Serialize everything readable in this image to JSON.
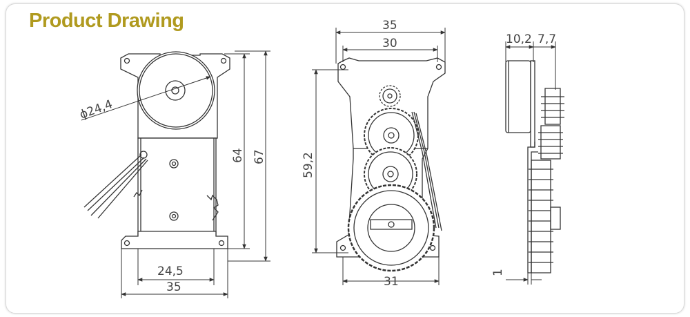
{
  "title": "Product Drawing",
  "colors": {
    "title": "#b09a1f",
    "line": "#333333",
    "gear_fill": "#ffffff"
  },
  "front_view": {
    "dim_diameter": "ϕ24,4",
    "dim_bottom_inner": "24,5",
    "dim_bottom_outer": "35",
    "dim_height_inner": "64",
    "dim_height_outer": "67"
  },
  "gear_view": {
    "dim_top_outer": "35",
    "dim_top_inner": "30",
    "dim_height": "59,2",
    "dim_bottom": "31"
  },
  "side_view": {
    "dim_top_left": "10,2",
    "dim_top_right": "7,7",
    "dim_bottom_left": "1"
  }
}
